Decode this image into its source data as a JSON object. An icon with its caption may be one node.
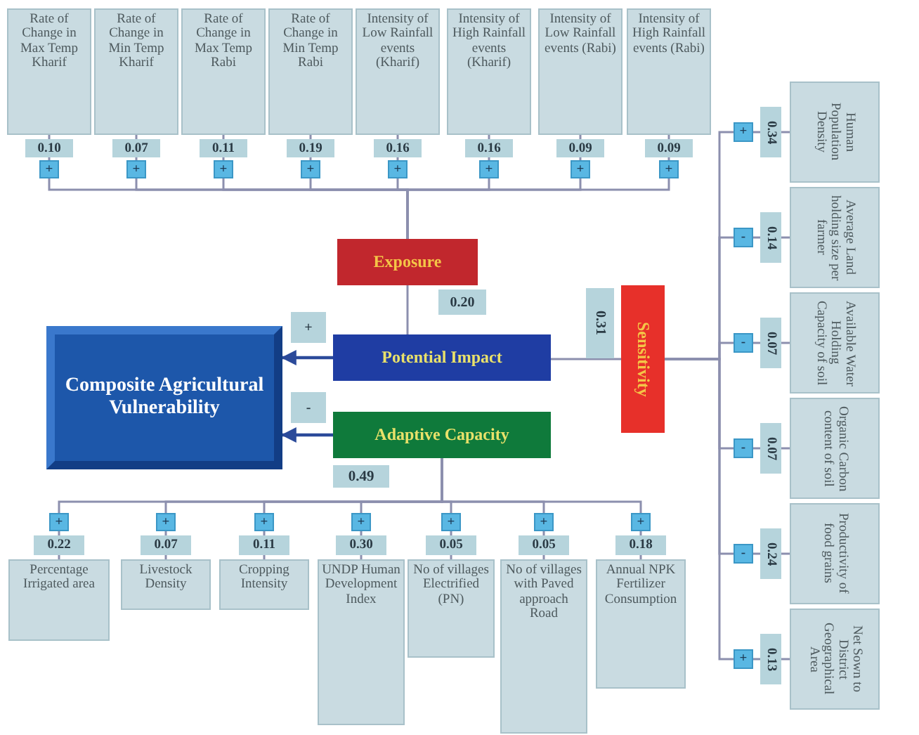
{
  "diagram": {
    "nodes": [
      {
        "text": [
          "Composite Agricultural Vulnerability"
        ]
      },
      {
        "text": [
          "Exposure"
        ]
      },
      {
        "text": [
          "Potential Impact"
        ]
      },
      {
        "text": [
          "Adaptive Capacity"
        ],
        "beside": [
          "0.49"
        ]
      },
      {
        "text": [
          "Sensitivity"
        ]
      },
      {
        "text": [
          "Rate of Change in Max Temp Kharif"
        ],
        "beside": [
          "0.10",
          "+"
        ]
      },
      {
        "text": [
          "Rate of Change in Min Temp Kharif"
        ],
        "beside": [
          "0.07",
          "+"
        ]
      },
      {
        "text": [
          "Rate of Change in Max Temp Rabi"
        ],
        "beside": [
          "0.11",
          "+"
        ]
      },
      {
        "text": [
          "Rate of Change in Min Temp Rabi"
        ],
        "beside": [
          "0.19",
          "+"
        ]
      },
      {
        "text": [
          "Intensity of Low Rainfall events (Kharif)"
        ],
        "beside": [
          "0.16",
          "+"
        ]
      },
      {
        "text": [
          "Intensity of High Rainfall events (Kharif)"
        ],
        "beside": [
          "0.16",
          "+"
        ]
      },
      {
        "text": [
          "Intensity of Low Rainfall events (Rabi)"
        ],
        "beside": [
          "0.09",
          "+"
        ]
      },
      {
        "text": [
          "Intensity of High Rainfall events (Rabi)"
        ],
        "beside": [
          "0.09",
          "+"
        ]
      },
      {
        "text": [
          "Human Population Density"
        ],
        "beside": [
          "+",
          "0.34"
        ]
      },
      {
        "text": [
          "Average Land holding size per farmer"
        ],
        "beside": [
          "-",
          "0.14"
        ]
      },
      {
        "text": [
          "Available Water Holding Capacity of soil"
        ],
        "beside": [
          "-",
          "0.07"
        ]
      },
      {
        "text": [
          "Organic Carbon content of soil"
        ],
        "beside": [
          "-",
          "0.07"
        ]
      },
      {
        "text": [
          "Productivity of food grains"
        ],
        "beside": [
          "-",
          "0.24"
        ]
      },
      {
        "text": [
          "Net Sown to District Geographical Area"
        ],
        "beside": [
          "+",
          "0.13"
        ]
      },
      {
        "text": [
          "Percentage Irrigated area"
        ],
        "beside": [
          "+",
          "0.22"
        ]
      },
      {
        "text": [
          "Livestock Density"
        ],
        "beside": [
          "+",
          "0.07"
        ]
      },
      {
        "text": [
          "Cropping Intensity"
        ],
        "beside": [
          "+",
          "0.11"
        ]
      },
      {
        "text": [
          "UNDP Human Development Index"
        ],
        "beside": [
          "+",
          "0.30"
        ]
      },
      {
        "text": [
          "No of villages Electrified (PN)"
        ],
        "beside": [
          "+",
          "0.05"
        ]
      },
      {
        "text": [
          "No of villages with Paved approach Road"
        ],
        "beside": [
          "+",
          "0.05"
        ]
      },
      {
        "text": [
          "Annual NPK Fertilizer Consumption"
        ],
        "beside": [
          "+",
          "0.18"
        ]
      }
    ],
    "edges": [
      {
        "from": 5,
        "to": 1,
        "arrow": "none"
      },
      {
        "from": 6,
        "to": 1,
        "arrow": "none"
      },
      {
        "from": 7,
        "to": 1,
        "arrow": "none"
      },
      {
        "from": 8,
        "to": 1,
        "arrow": "none"
      },
      {
        "from": 9,
        "to": 1,
        "arrow": "none"
      },
      {
        "from": 10,
        "to": 1,
        "arrow": "none"
      },
      {
        "from": 11,
        "to": 1,
        "arrow": "none"
      },
      {
        "from": 12,
        "to": 1,
        "arrow": "none"
      },
      {
        "from": 1,
        "to": 2,
        "arrow": "none",
        "label": "0.20"
      },
      {
        "from": 4,
        "to": 2,
        "arrow": "none",
        "label": "0.31"
      },
      {
        "from": 2,
        "to": 0,
        "arrow": "to",
        "label": "+",
        "color": "#2b4a9a"
      },
      {
        "from": 3,
        "to": 0,
        "arrow": "to",
        "label": "-",
        "color": "#2b4a9a"
      },
      {
        "from": 4,
        "to": 13,
        "arrow": "none"
      },
      {
        "from": 4,
        "to": 14,
        "arrow": "none"
      },
      {
        "from": 4,
        "to": 15,
        "arrow": "none"
      },
      {
        "from": 4,
        "to": 16,
        "arrow": "none"
      },
      {
        "from": 4,
        "to": 17,
        "arrow": "none"
      },
      {
        "from": 4,
        "to": 18,
        "arrow": "none"
      },
      {
        "from": 3,
        "to": 19,
        "arrow": "none"
      },
      {
        "from": 3,
        "to": 20,
        "arrow": "none"
      },
      {
        "from": 3,
        "to": 21,
        "arrow": "none"
      },
      {
        "from": 3,
        "to": 22,
        "arrow": "none"
      },
      {
        "from": 3,
        "to": 23,
        "arrow": "none"
      },
      {
        "from": 3,
        "to": 24,
        "arrow": "none"
      },
      {
        "from": 3,
        "to": 25,
        "arrow": "none"
      }
    ]
  }
}
